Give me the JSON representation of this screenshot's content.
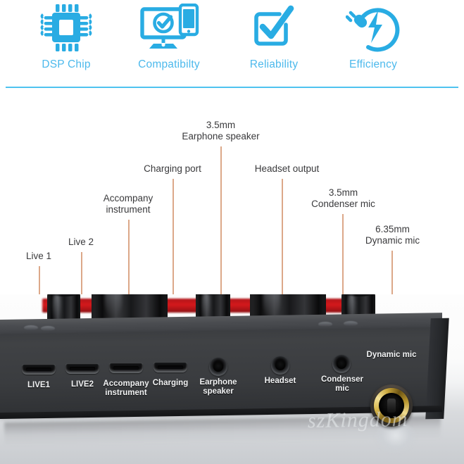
{
  "features": {
    "divider_color": "#4fc3ef",
    "label_color": "#4cb9ec",
    "items": [
      {
        "icon": "microchip-icon",
        "label": "DSP Chip"
      },
      {
        "icon": "monitor-check-smartphone-icon",
        "label": "Compatibilty"
      },
      {
        "icon": "checkbox-check-icon",
        "label": "Reliability"
      },
      {
        "icon": "plug-lightning-icon",
        "label": "Efficiency"
      }
    ]
  },
  "callouts": {
    "leader_color": "#dca889",
    "text_color": "#3a3a3c",
    "items": [
      {
        "line1": "Live 1",
        "line2": ""
      },
      {
        "line1": "Live 2",
        "line2": ""
      },
      {
        "line1": "Accompany",
        "line2": "instrument"
      },
      {
        "line1": "Charging port",
        "line2": ""
      },
      {
        "line1": "3.5mm",
        "line2": "Earphone speaker"
      },
      {
        "line1": "Headset output",
        "line2": ""
      },
      {
        "line1": "3.5mm",
        "line2": "Condenser mic"
      },
      {
        "line1": "6.35mm",
        "line2": "Dynamic mic"
      }
    ]
  },
  "device": {
    "panel_labels": [
      {
        "line1": "LIVE1",
        "line2": ""
      },
      {
        "line1": "LIVE2",
        "line2": ""
      },
      {
        "line1": "Accompany",
        "line2": "instrument"
      },
      {
        "line1": "Charging",
        "line2": ""
      },
      {
        "line1": "Earphone",
        "line2": "speaker"
      },
      {
        "line1": "Headset",
        "line2": ""
      },
      {
        "line1": "Condenser",
        "line2": "mic"
      }
    ],
    "dynamic_mic_label": {
      "line1": "Dynamic",
      "line2": "mic"
    },
    "watermark": "szKingdom",
    "accent_color": "#d5191c",
    "gold_ring_color": "#d9b74a"
  }
}
